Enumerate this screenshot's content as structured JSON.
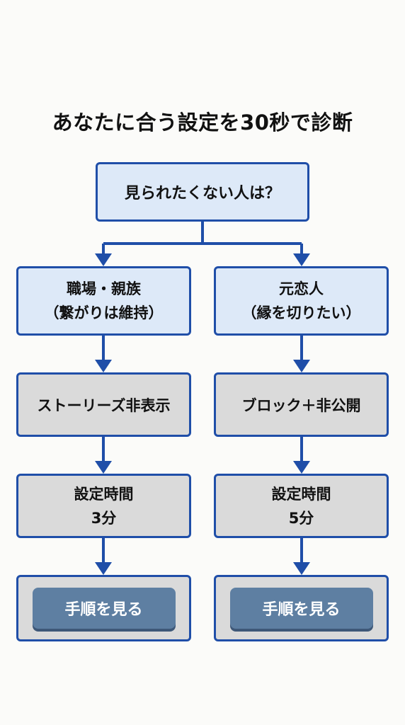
{
  "title": "あなたに合う設定を30秒で診断",
  "question": "見られたくない人は？",
  "branches": [
    {
      "audience_line1": "職場・親族",
      "audience_line2": "（繋がりは維持）",
      "setting": "ストーリーズ非表示",
      "time_label": "設定時間",
      "time_value": "3分",
      "button_label": "手順を見る"
    },
    {
      "audience_line1": "元恋人",
      "audience_line2": "（縁を切りたい）",
      "setting": "ブロック＋非公開",
      "time_label": "設定時間",
      "time_value": "5分",
      "button_label": "手順を見る"
    }
  ],
  "colors": {
    "connector": "#1f4ea8",
    "blue_box": "#dde9f8",
    "gray_box": "#dadada",
    "button": "#5e7fa2"
  }
}
